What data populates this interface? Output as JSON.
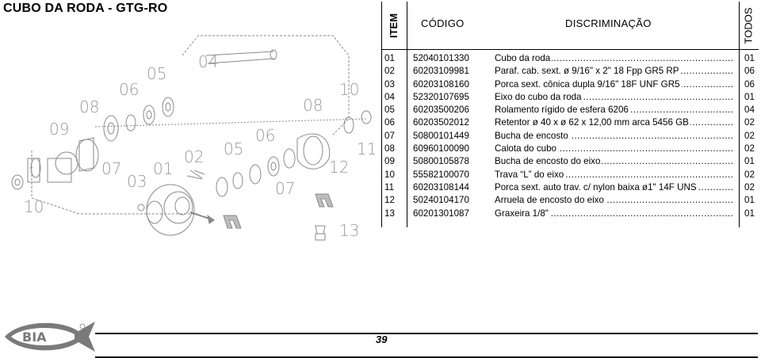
{
  "title": "CUBO DA RODA - GTG-RO",
  "table": {
    "headers": {
      "item": "ITEM",
      "code": "CÓDIGO",
      "description": "DISCRIMINAÇÃO",
      "qty": "TODOS"
    },
    "rows": [
      {
        "item": "01",
        "code": "52040101330",
        "desc": "Cubo da roda",
        "qty": "01"
      },
      {
        "item": "02",
        "code": "60203109981",
        "desc": "Paraf. cab. sext. ø 9/16\" x 2\" 18 Fpp GR5 RP",
        "qty": "06"
      },
      {
        "item": "03",
        "code": "60203108160",
        "desc": "Porca sext. cônica dupla 9/16\" 18F UNF GR5",
        "qty": "06"
      },
      {
        "item": "04",
        "code": "52320107695",
        "desc": "Eixo do cubo da roda",
        "qty": "01"
      },
      {
        "item": "05",
        "code": "60203500206",
        "desc": "Rolamento rígido de esfera 6206",
        "qty": "04"
      },
      {
        "item": "06",
        "code": "60203502012",
        "desc": "Retentor ø 40 x ø 62 x 12,00 mm arca 5456 GB",
        "qty": "02"
      },
      {
        "item": "07",
        "code": "50800101449",
        "desc": "Bucha de encosto",
        "qty": "02"
      },
      {
        "item": "08",
        "code": "60960100090",
        "desc": "Calota do cubo",
        "qty": "02"
      },
      {
        "item": "09",
        "code": "50800105878",
        "desc": "Bucha de encosto do eixo",
        "qty": "01"
      },
      {
        "item": "10",
        "code": "55582100070",
        "desc": "Trava “L” do eixo",
        "qty": "02"
      },
      {
        "item": "11",
        "code": "60203108144",
        "desc": "Porca sext. auto trav. c/ nylon baixa ø1\" 14F UNS",
        "qty": "02"
      },
      {
        "item": "12",
        "code": "50240104170",
        "desc": "Arruela de encosto do eixo",
        "qty": "01"
      },
      {
        "item": "13",
        "code": "60201301087",
        "desc": "Graxeira 1/8\"",
        "qty": "01"
      }
    ]
  },
  "diagram_labels": [
    "04",
    "05",
    "06",
    "08",
    "09",
    "10",
    "07",
    "03",
    "01",
    "02",
    "05",
    "06",
    "08",
    "07",
    "10",
    "11",
    "12",
    "10",
    "13"
  ],
  "logo_text": "BIA",
  "page_number": "39",
  "colors": {
    "line": "#000000",
    "diagram_gray": "#8a8a8a",
    "logo_gray": "#7a7a7a"
  }
}
